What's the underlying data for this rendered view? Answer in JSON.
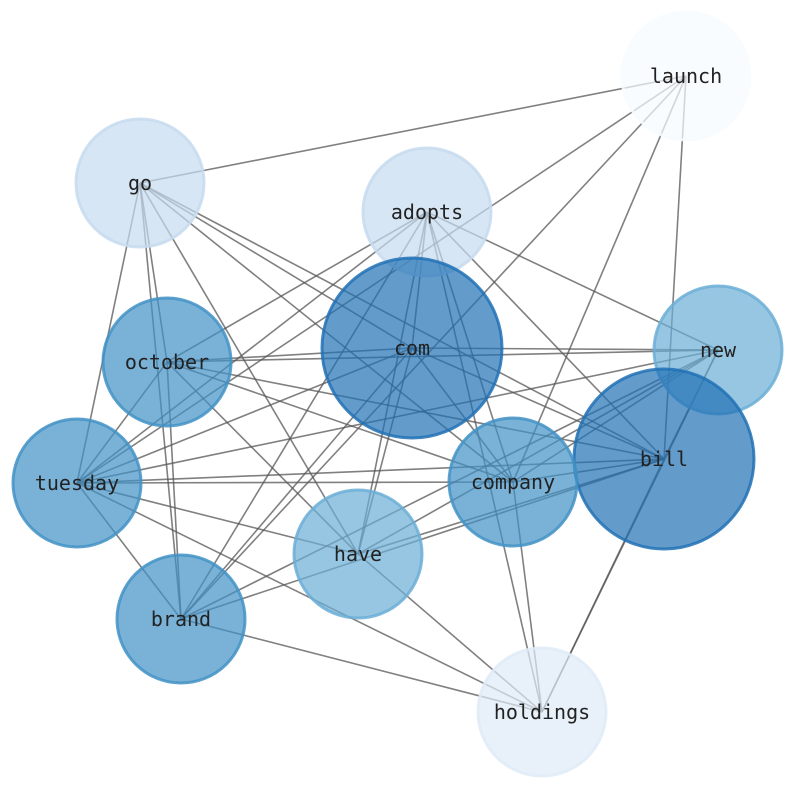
{
  "nodes": [
    {
      "id": "launch",
      "label": "launch",
      "color": "#f7fbff"
    },
    {
      "id": "go",
      "label": "go",
      "color": "#c6dbef"
    },
    {
      "id": "adopts",
      "label": "adopts",
      "color": "#c6dbef"
    },
    {
      "id": "com",
      "label": "com",
      "color": "#2171b5"
    },
    {
      "id": "new",
      "label": "new",
      "color": "#6baed6"
    },
    {
      "id": "october",
      "label": "october",
      "color": "#4292c6"
    },
    {
      "id": "bill",
      "label": "bill",
      "color": "#2171b5"
    },
    {
      "id": "tuesday",
      "label": "tuesday",
      "color": "#4292c6"
    },
    {
      "id": "company",
      "label": "company",
      "color": "#4292c6"
    },
    {
      "id": "have",
      "label": "have",
      "color": "#6baed6"
    },
    {
      "id": "brand",
      "label": "brand",
      "color": "#4292c6"
    },
    {
      "id": "holdings",
      "label": "holdings",
      "color": "#deebf7"
    }
  ],
  "edges": [
    [
      "launch",
      "go"
    ],
    [
      "launch",
      "tuesday"
    ],
    [
      "launch",
      "brand"
    ],
    [
      "launch",
      "company"
    ],
    [
      "launch",
      "bill"
    ],
    [
      "go",
      "tuesday"
    ],
    [
      "go",
      "october"
    ],
    [
      "go",
      "brand"
    ],
    [
      "go",
      "have"
    ],
    [
      "go",
      "company"
    ],
    [
      "go",
      "bill"
    ],
    [
      "go",
      "com"
    ],
    [
      "adopts",
      "october"
    ],
    [
      "adopts",
      "tuesday"
    ],
    [
      "adopts",
      "brand"
    ],
    [
      "adopts",
      "com"
    ],
    [
      "adopts",
      "company"
    ],
    [
      "adopts",
      "holdings"
    ],
    [
      "adopts",
      "bill"
    ],
    [
      "adopts",
      "new"
    ],
    [
      "adopts",
      "have"
    ],
    [
      "com",
      "october"
    ],
    [
      "com",
      "new"
    ],
    [
      "com",
      "bill"
    ],
    [
      "com",
      "tuesday"
    ],
    [
      "com",
      "brand"
    ],
    [
      "com",
      "have"
    ],
    [
      "com",
      "company"
    ],
    [
      "october",
      "new"
    ],
    [
      "october",
      "bill"
    ],
    [
      "october",
      "company"
    ],
    [
      "october",
      "have"
    ],
    [
      "october",
      "brand"
    ],
    [
      "october",
      "tuesday"
    ],
    [
      "tuesday",
      "company"
    ],
    [
      "tuesday",
      "bill"
    ],
    [
      "tuesday",
      "new"
    ],
    [
      "tuesday",
      "have"
    ],
    [
      "tuesday",
      "holdings"
    ],
    [
      "tuesday",
      "brand"
    ],
    [
      "new",
      "brand"
    ],
    [
      "new",
      "have"
    ],
    [
      "new",
      "company"
    ],
    [
      "new",
      "holdings"
    ],
    [
      "new",
      "bill"
    ],
    [
      "bill",
      "brand"
    ],
    [
      "bill",
      "have"
    ],
    [
      "bill",
      "company"
    ],
    [
      "bill",
      "holdings"
    ],
    [
      "brand",
      "holdings"
    ],
    [
      "have",
      "holdings"
    ],
    [
      "company",
      "holdings"
    ]
  ]
}
